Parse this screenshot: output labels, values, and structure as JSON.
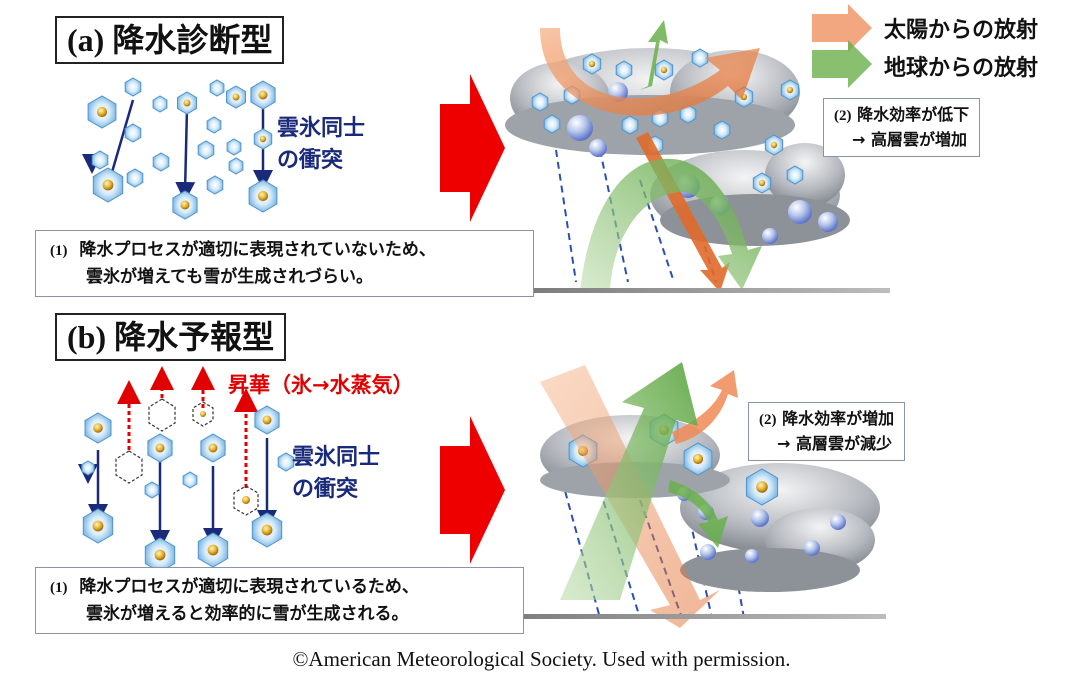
{
  "panel_a": {
    "title": "(a) 降水診断型",
    "collision_label_line1": "雲氷同士",
    "collision_label_line2": "の衝突",
    "note_num": "(1)",
    "note_line1": "降水プロセスが適切に表現されていないため、",
    "note_line2": "雲氷が増えても雪が生成されづらい。",
    "result_num": "(2)",
    "result_line1": "降水効率が低下",
    "result_line2": "→ 高層雲が増加"
  },
  "panel_b": {
    "title": "(b) 降水予報型",
    "sublimation_label": "昇華（氷→水蒸気）",
    "collision_label_line1": "雲氷同士",
    "collision_label_line2": "の衝突",
    "note_num": "(1)",
    "note_line1": "降水プロセスが適切に表現されているため、",
    "note_line2": "雲氷が増えると効率的に雪が生成される。",
    "result_num": "(2)",
    "result_line1": "降水効率が増加",
    "result_line2": "→ 高層雲が減少"
  },
  "legend": {
    "solar": "太陽からの放射",
    "terrestrial": "地球からの放射"
  },
  "credit": "©American Meteorological Society. Used with permission.",
  "colors": {
    "ice_crystal": "#7ab8e6",
    "collision_arrow": "#1a2a7a",
    "sublimation_arrow": "#e00000",
    "big_arrow": "#ee0000",
    "solar": "#ee8a55",
    "terrestrial": "#6ab04c",
    "cloud": "#9aa0a8",
    "rain": "#2a4fb0"
  }
}
